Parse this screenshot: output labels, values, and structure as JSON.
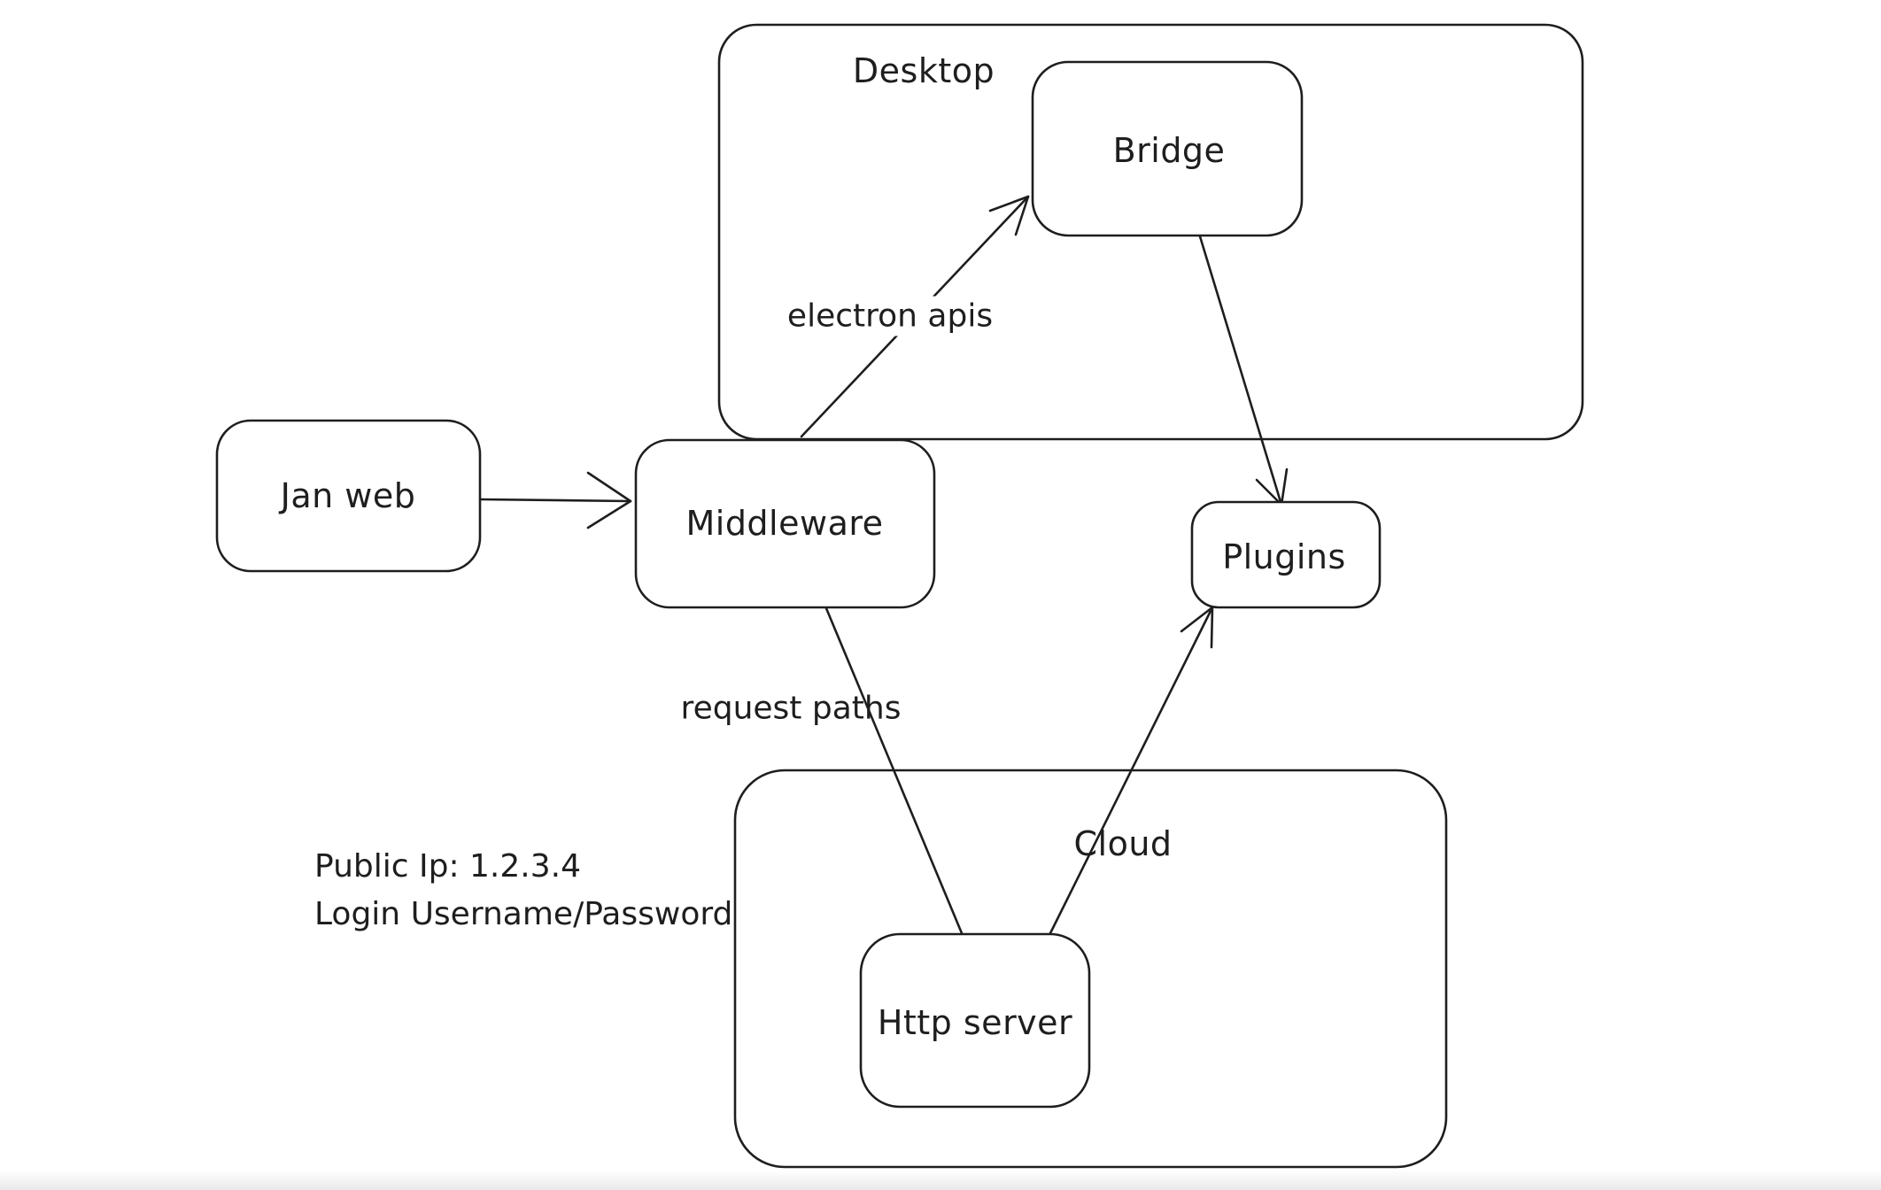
{
  "app": {
    "background_color": "#ffffff",
    "stroke_color": "#1e1e1e",
    "bottom_edge_color": "#e9e9e9"
  },
  "diagram": {
    "type": "architecture-sketch",
    "containers": [
      {
        "label": "Desktop"
      },
      {
        "label": "Cloud"
      }
    ],
    "nodes": [
      {
        "label": "Jan web"
      },
      {
        "label": "Middleware"
      },
      {
        "label": "Bridge"
      },
      {
        "label": "Plugins"
      },
      {
        "label": "Http server"
      }
    ],
    "edges": [
      {
        "from": "Jan web",
        "to": "Middleware",
        "label": "",
        "arrowhead": "end"
      },
      {
        "from": "Middleware",
        "to": "Bridge",
        "label": "electron apis",
        "arrowhead": "end"
      },
      {
        "from": "Bridge",
        "to": "Plugins",
        "label": "",
        "arrowhead": "end"
      },
      {
        "from": "Middleware",
        "to": "Http server",
        "label": "request paths",
        "arrowhead": "none"
      },
      {
        "from": "Http server",
        "to": "Plugins",
        "label": "",
        "arrowhead": "end"
      }
    ],
    "annotations": {
      "line1": "Public Ip: 1.2.3.4",
      "line2": "Login Username/Password"
    }
  }
}
